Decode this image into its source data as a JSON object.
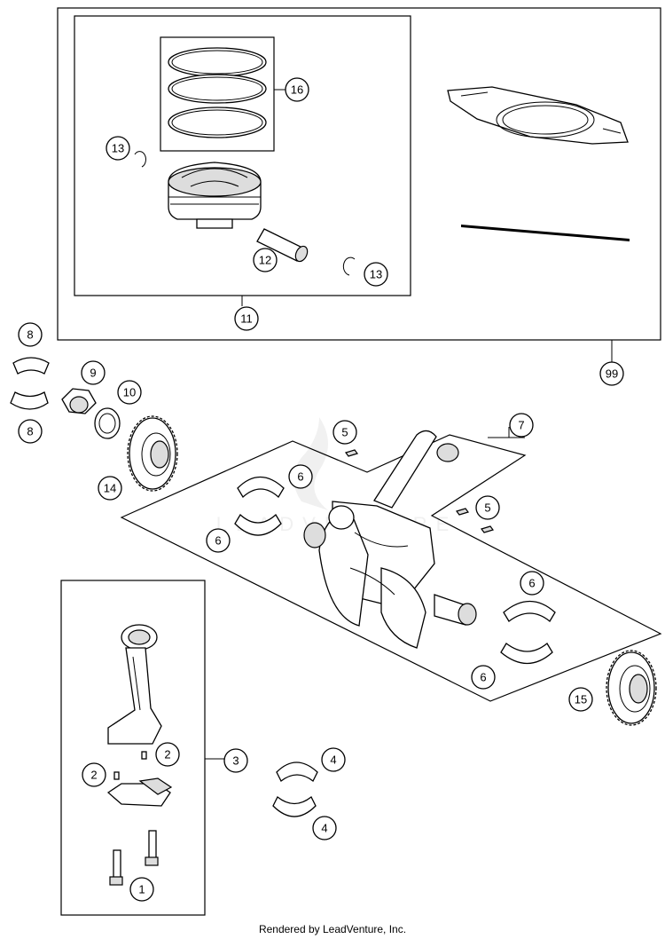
{
  "diagram": {
    "callouts": [
      {
        "id": "c16",
        "label": "16"
      },
      {
        "id": "c13a",
        "label": "13"
      },
      {
        "id": "c13b",
        "label": "13"
      },
      {
        "id": "c12",
        "label": "12"
      },
      {
        "id": "c11",
        "label": "11"
      },
      {
        "id": "c99",
        "label": "99"
      },
      {
        "id": "c8a",
        "label": "8"
      },
      {
        "id": "c8b",
        "label": "8"
      },
      {
        "id": "c9",
        "label": "9"
      },
      {
        "id": "c10",
        "label": "10"
      },
      {
        "id": "c14",
        "label": "14"
      },
      {
        "id": "c5a",
        "label": "5"
      },
      {
        "id": "c5b",
        "label": "5"
      },
      {
        "id": "c7",
        "label": "7"
      },
      {
        "id": "c6a",
        "label": "6"
      },
      {
        "id": "c6b",
        "label": "6"
      },
      {
        "id": "c6c",
        "label": "6"
      },
      {
        "id": "c6d",
        "label": "6"
      },
      {
        "id": "c15",
        "label": "15"
      },
      {
        "id": "c3",
        "label": "3"
      },
      {
        "id": "c2a",
        "label": "2"
      },
      {
        "id": "c2b",
        "label": "2"
      },
      {
        "id": "c4a",
        "label": "4"
      },
      {
        "id": "c4b",
        "label": "4"
      },
      {
        "id": "c1",
        "label": "1"
      }
    ]
  },
  "footer": "Rendered by LeadVenture, Inc."
}
